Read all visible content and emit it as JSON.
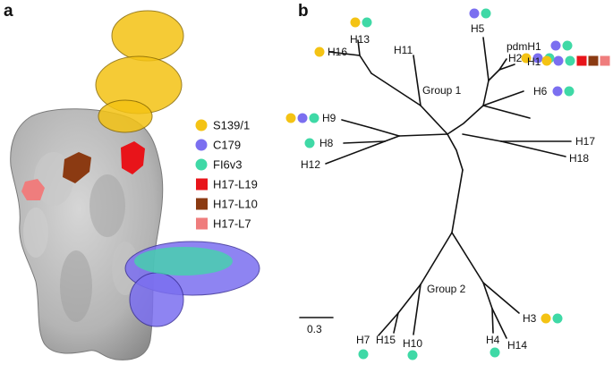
{
  "panels": {
    "a": "a",
    "b": "b"
  },
  "colors": {
    "S139/1": "#f4c314",
    "C179": "#7b6ff0",
    "FI6v3": "#3fd9a6",
    "H17-L19": "#e8141a",
    "H17-L10": "#8b3a12",
    "H17-L7": "#ef7d7d"
  },
  "legend": [
    {
      "label": "S139/1",
      "shape": "circle",
      "color": "#f4c314"
    },
    {
      "label": "C179",
      "shape": "circle",
      "color": "#7b6ff0"
    },
    {
      "label": "FI6v3",
      "shape": "circle",
      "color": "#3fd9a6"
    },
    {
      "label": "H17-L19",
      "shape": "square",
      "color": "#e8141a"
    },
    {
      "label": "H17-L10",
      "shape": "square",
      "color": "#8b3a12"
    },
    {
      "label": "H17-L7",
      "shape": "square",
      "color": "#ef7d7d"
    }
  ],
  "tree": {
    "groups": [
      "Group 1",
      "Group 2"
    ],
    "scale_label": "0.3",
    "leaves": [
      {
        "label": "H13",
        "markers": [
          "S139/1",
          "FI6v3"
        ]
      },
      {
        "label": "H16",
        "markers": [
          "S139/1"
        ]
      },
      {
        "label": "H11",
        "markers": []
      },
      {
        "label": "H5",
        "markers": [
          "C179",
          "FI6v3"
        ]
      },
      {
        "label": "H2",
        "markers": [
          "S139/1",
          "C179",
          "FI6v3"
        ]
      },
      {
        "label": "pdmH1",
        "markers": [
          "C179",
          "FI6v3"
        ]
      },
      {
        "label": "H1",
        "markers": [
          "S139/1",
          "C179",
          "FI6v3",
          "H17-L19",
          "H17-L10",
          "H17-L7"
        ]
      },
      {
        "label": "H6",
        "markers": [
          "C179",
          "FI6v3"
        ]
      },
      {
        "label": "H9",
        "markers": [
          "S139/1",
          "C179",
          "FI6v3"
        ]
      },
      {
        "label": "H8",
        "markers": [
          "FI6v3"
        ]
      },
      {
        "label": "H12",
        "markers": []
      },
      {
        "label": "H17",
        "markers": []
      },
      {
        "label": "H18",
        "markers": []
      },
      {
        "label": "H3",
        "markers": [
          "S139/1",
          "FI6v3"
        ]
      },
      {
        "label": "H7",
        "markers": [
          "FI6v3"
        ]
      },
      {
        "label": "H15",
        "markers": []
      },
      {
        "label": "H10",
        "markers": [
          "FI6v3"
        ]
      },
      {
        "label": "H4",
        "markers": [
          "FI6v3"
        ]
      },
      {
        "label": "H14",
        "markers": []
      }
    ]
  }
}
